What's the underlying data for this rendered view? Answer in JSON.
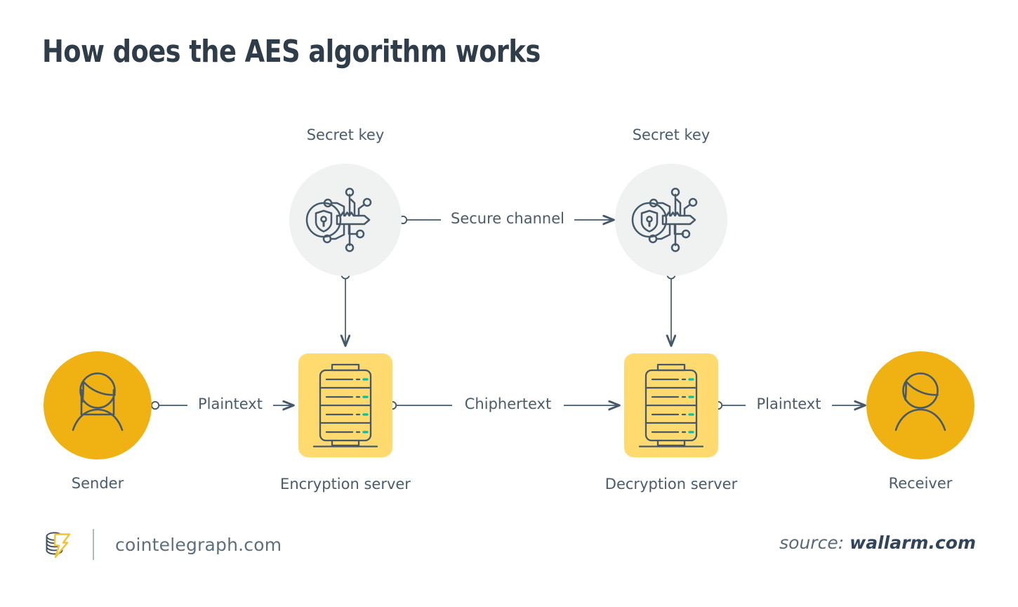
{
  "title": "How does the AES algorithm works",
  "colors": {
    "ink": "#3c4f5d",
    "title_ink": "#2e3d49",
    "label_ink": "#4a5c6b",
    "avatar_yellow": "#F0B212",
    "server_yellow": "#FFDA6E",
    "key_circle_grey": "#F0F1F1",
    "led_teal": "#00C2A0",
    "logo_yellow": "#F2C230",
    "line": "#44586a",
    "background": "#FFFFFF"
  },
  "nodes": [
    {
      "id": "sender",
      "label": "Sender",
      "icon": "user-female-icon",
      "shape": "circle",
      "fill": "#F0B212"
    },
    {
      "id": "encryption-server",
      "label": "Encryption server",
      "icon": "server-rack-icon",
      "shape": "card",
      "fill": "#FFDA6E"
    },
    {
      "id": "decryption-server",
      "label": "Decryption server",
      "icon": "server-rack-icon",
      "shape": "card",
      "fill": "#FFDA6E"
    },
    {
      "id": "receiver",
      "label": "Receiver",
      "icon": "user-male-icon",
      "shape": "circle",
      "fill": "#F0B212"
    },
    {
      "id": "secret-key-left",
      "label": "Secret key",
      "icon": "secure-key-icon",
      "shape": "circle",
      "fill": "#F0F1F1"
    },
    {
      "id": "secret-key-right",
      "label": "Secret key",
      "icon": "secure-key-icon",
      "shape": "circle",
      "fill": "#F0F1F1"
    }
  ],
  "connectors": [
    {
      "id": "sender-to-encryption",
      "label": "Plaintext",
      "from": "sender",
      "to": "encryption-server",
      "direction": "right"
    },
    {
      "id": "encryption-to-decryption",
      "label": "Chiphertext",
      "from": "encryption-server",
      "to": "decryption-server",
      "direction": "right"
    },
    {
      "id": "decryption-to-receiver",
      "label": "Plaintext",
      "from": "decryption-server",
      "to": "receiver",
      "direction": "right"
    },
    {
      "id": "key-to-key",
      "label": "Secure channel",
      "from": "secret-key-left",
      "to": "secret-key-right",
      "direction": "right"
    },
    {
      "id": "key-left-to-encryption",
      "label": "",
      "from": "secret-key-left",
      "to": "encryption-server",
      "direction": "down"
    },
    {
      "id": "key-right-to-decryption",
      "label": "",
      "from": "secret-key-right",
      "to": "decryption-server",
      "direction": "down"
    }
  ],
  "footer": {
    "logo_name": "cointelegraph-logo",
    "site": "cointelegraph.com",
    "source_prefix": "source:",
    "source_domain": "wallarm.com"
  }
}
